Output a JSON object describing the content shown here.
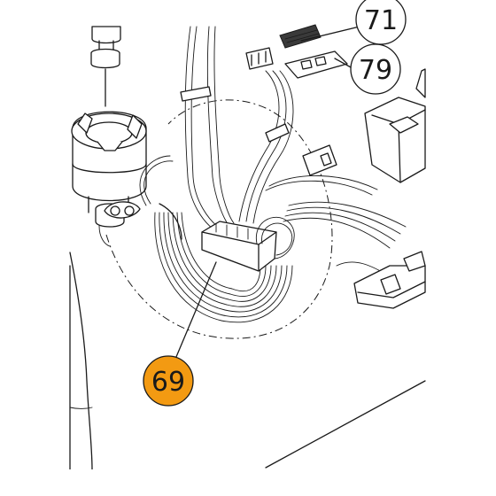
{
  "callouts": [
    {
      "id": "callout-71",
      "text": "71",
      "highlighted": false
    },
    {
      "id": "callout-79",
      "text": "79",
      "highlighted": false
    },
    {
      "id": "callout-69",
      "text": "69",
      "highlighted": true,
      "color": "#f39a12"
    }
  ],
  "colors": {
    "line": "#1a1a1a",
    "highlight": "#f39a12",
    "background": "#ffffff"
  }
}
